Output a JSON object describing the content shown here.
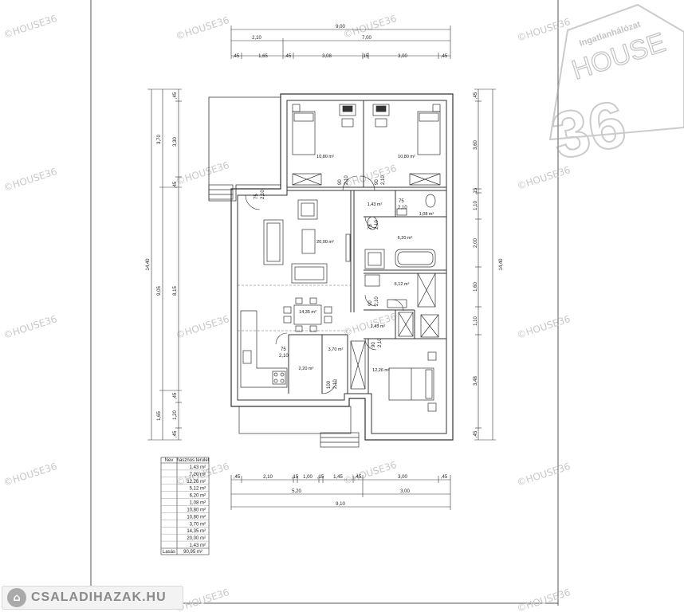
{
  "watermark": {
    "text": "©HOUSE36"
  },
  "logo": {
    "top_line": "Ingatlanhálózat",
    "word": "HOUSE",
    "number": "36"
  },
  "site_badge": {
    "text": "CSALADIHAZAK.HU"
  },
  "top_dimensions": {
    "overall": "9,00",
    "row2": [
      "2,10",
      "7,00"
    ],
    "row3": [
      ",45",
      "1,65",
      ",45",
      "3,08",
      ",15",
      "3,00",
      ",45"
    ]
  },
  "bottom_dimensions": {
    "row1": [
      ",45",
      "2,10",
      ",15",
      "1,00",
      ",15",
      "1,45",
      ",45",
      "3,00",
      ",45"
    ],
    "row2": [
      "5,20",
      "3,00"
    ],
    "overall": "9,10"
  },
  "left_dimensions": {
    "overall": "14,40",
    "col2": [
      "3,70",
      "9,05",
      "1,65"
    ],
    "col3": [
      ",45",
      "3,30",
      ",45",
      "8,15",
      ",45",
      "1,20",
      ",45"
    ]
  },
  "right_dimensions": {
    "overall": "14,40",
    "col": [
      ",45",
      "3,60",
      ",15",
      "1,10",
      "2,00",
      "1,60",
      "1,10",
      "3,48",
      ",45"
    ]
  },
  "rooms": [
    {
      "id": "bedroom-left",
      "area": "10,80 m²"
    },
    {
      "id": "bedroom-right",
      "area": "10,80 m²"
    },
    {
      "id": "hall-small",
      "area": "1,43 m²"
    },
    {
      "id": "wc",
      "area": "1,08 m²"
    },
    {
      "id": "living",
      "area": "20,00 m²"
    },
    {
      "id": "hall",
      "area": "6,20 m²"
    },
    {
      "id": "bathroom",
      "area": "5,12 m²"
    },
    {
      "id": "kitchen-dining",
      "area": "14,35 m²"
    },
    {
      "id": "corridor",
      "area": "1,43 m²"
    },
    {
      "id": "entry",
      "area": "3,70 m²"
    },
    {
      "id": "pantry",
      "area": "2,20 m²"
    },
    {
      "id": "bedroom-bottom",
      "area": "12,26 m²"
    }
  ],
  "door_labels": [
    "75",
    "2,10",
    "90",
    "2,10",
    "90",
    "2,10",
    "75",
    "2,10",
    "75",
    "2,10",
    "90",
    "2,10",
    "90",
    "2,10",
    "100",
    "2,10",
    "75",
    "2,10"
  ],
  "area_table": {
    "headers": [
      "Nev",
      "hasznos terulet"
    ],
    "rows": [
      "1,43 m²",
      "7,20 m²",
      "12,26 m²",
      "5,12 m²",
      "6,20 m²",
      "1,08 m²",
      "10,80 m²",
      "10,80 m²",
      "3,70 m²",
      "14,35 m²",
      "20,00 m²",
      "1,43 m²"
    ],
    "total_label": "Lasás",
    "total_value": "90,95 m²"
  }
}
